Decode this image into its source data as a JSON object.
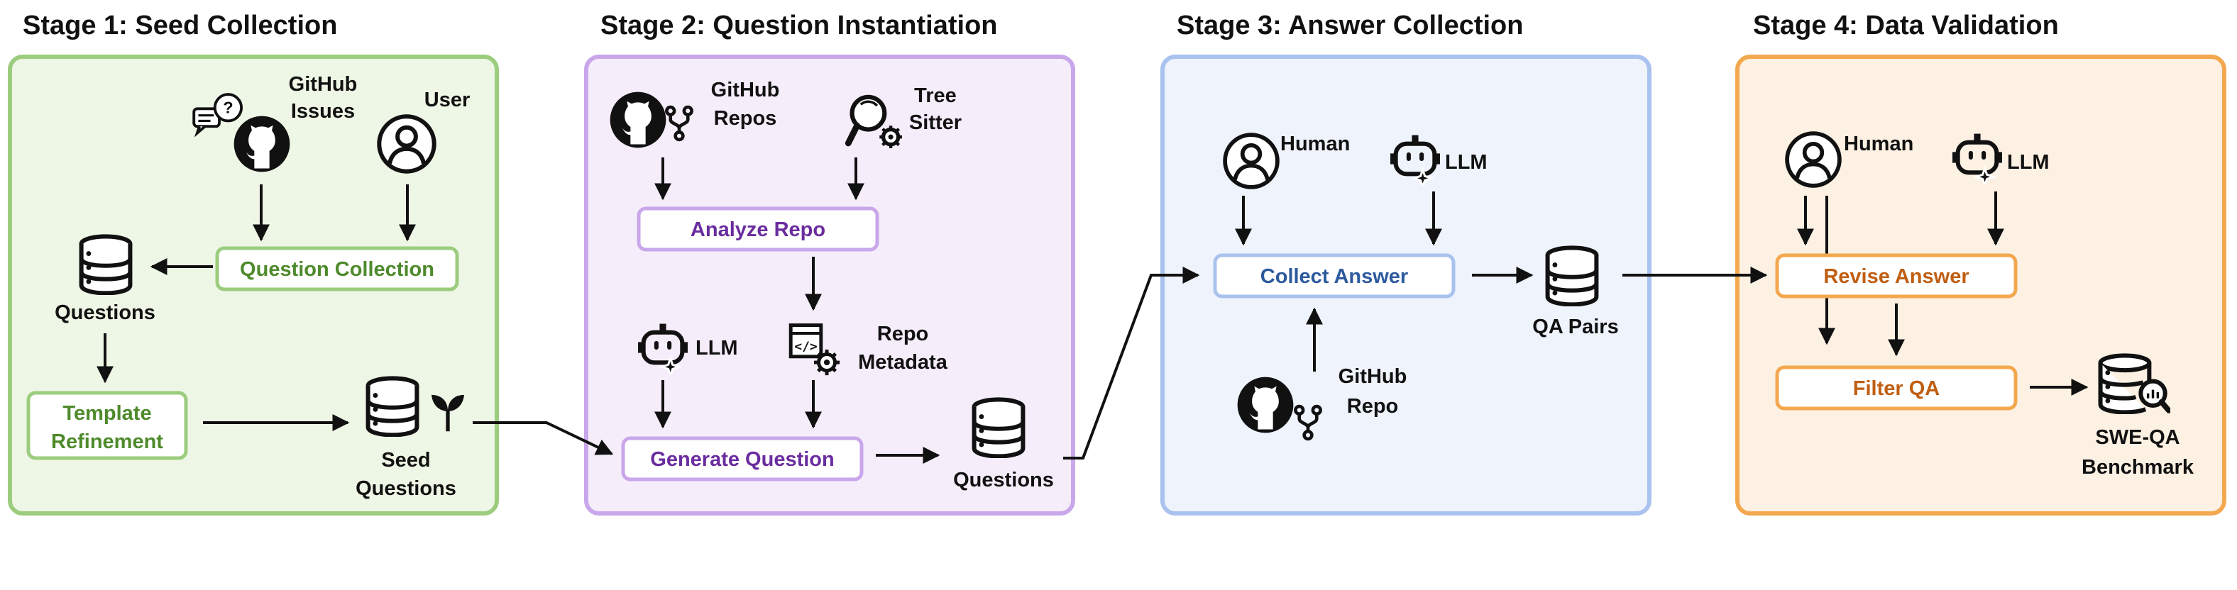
{
  "colors": {
    "stage1_fill": "#eef6e6",
    "stage1_border": "#9ccd7e",
    "stage1_text": "#4e8a2c",
    "stage2_fill": "#f6edfb",
    "stage2_border": "#c9a7ea",
    "stage2_text": "#6a2c9e",
    "stage3_fill": "#eef3fc",
    "stage3_border": "#a9c2ee",
    "stage3_text": "#2d5a9e",
    "stage4_fill": "#fdf1e3",
    "stage4_border": "#f3a84f",
    "stage4_text": "#c05e12"
  },
  "stages": [
    {
      "title": "Stage 1: Seed Collection"
    },
    {
      "title": "Stage 2: Question Instantiation"
    },
    {
      "title": "Stage 3: Answer Collection"
    },
    {
      "title": "Stage 4: Data Validation"
    }
  ],
  "stage1": {
    "github_issues": [
      "GitHub",
      "Issues"
    ],
    "user": "User",
    "question_collection": "Question Collection",
    "questions": "Questions",
    "template_refinement": [
      "Template",
      "Refinement"
    ],
    "seed_questions": [
      "Seed",
      "Questions"
    ]
  },
  "stage2": {
    "github_repos": [
      "GitHub",
      "Repos"
    ],
    "tree_sitter": [
      "Tree",
      "Sitter"
    ],
    "analyze_repo": "Analyze Repo",
    "llm": "LLM",
    "repo_metadata": [
      "Repo",
      "Metadata"
    ],
    "generate_question": "Generate Question",
    "questions": "Questions"
  },
  "stage3": {
    "human": "Human",
    "llm": "LLM",
    "collect_answer": "Collect Answer",
    "qa_pairs": "QA Pairs",
    "github_repo": [
      "GitHub",
      "Repo"
    ]
  },
  "stage4": {
    "human": "Human",
    "llm": "LLM",
    "revise_answer": "Revise Answer",
    "filter_qa": "Filter QA",
    "benchmark": [
      "SWE-QA",
      "Benchmark"
    ]
  },
  "icons": [
    "speech-bubble-question-icon",
    "github-icon",
    "user-icon",
    "database-icon",
    "sprout-icon",
    "fork-icon",
    "magnifier-gear-icon",
    "robot-llm-icon",
    "code-file-gear-icon",
    "benchmark-db-magnifier-icon"
  ]
}
